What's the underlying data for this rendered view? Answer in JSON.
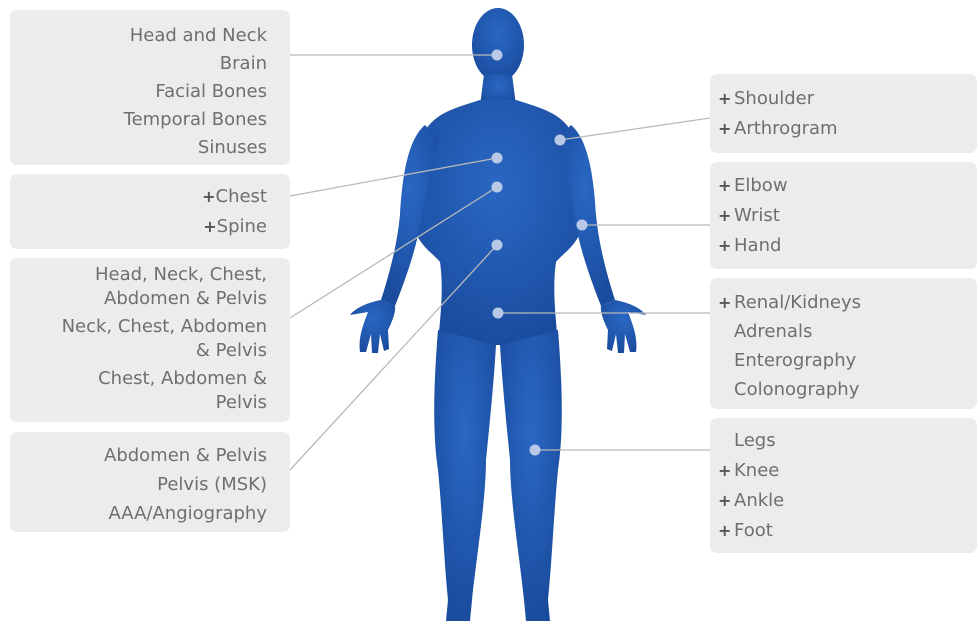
{
  "colors": {
    "body_fill": "#1f56ad",
    "body_highlight": "#2a68c4",
    "connector_line": "#b9b9b9",
    "marker_dot": "#b7c9e6",
    "label_box": "#ececec",
    "label_text": "#6f6f6f"
  },
  "groups_left": [
    {
      "id": "head",
      "items": [
        {
          "text": "Head and Neck",
          "plus": false
        },
        {
          "text": "Brain",
          "plus": false
        },
        {
          "text": "Facial Bones",
          "plus": false
        },
        {
          "text": "Temporal Bones",
          "plus": false
        },
        {
          "text": "Sinuses",
          "plus": false
        }
      ]
    },
    {
      "id": "chest-spine",
      "items": [
        {
          "text": "Chest",
          "plus": true
        },
        {
          "text": "Spine",
          "plus": true
        }
      ]
    },
    {
      "id": "body-combos",
      "items": [
        {
          "text": "Head, Neck, Chest, Abdomen & Pelvis",
          "plus": false
        },
        {
          "text": "Neck, Chest, Abdomen & Pelvis",
          "plus": false
        },
        {
          "text": "Chest, Abdomen & Pelvis",
          "plus": false
        }
      ]
    },
    {
      "id": "abdomen",
      "items": [
        {
          "text": "Abdomen & Pelvis",
          "plus": false
        },
        {
          "text": "Pelvis (MSK)",
          "plus": false
        },
        {
          "text": "AAA/Angiography",
          "plus": false
        }
      ]
    }
  ],
  "groups_right": [
    {
      "id": "shoulder",
      "items": [
        {
          "text": "Shoulder",
          "plus": true
        },
        {
          "text": "Arthrogram",
          "plus": true
        }
      ]
    },
    {
      "id": "arm",
      "items": [
        {
          "text": "Elbow",
          "plus": true
        },
        {
          "text": "Wrist",
          "plus": true
        },
        {
          "text": "Hand",
          "plus": true
        }
      ]
    },
    {
      "id": "kidneys",
      "items": [
        {
          "text": "Renal/Kidneys",
          "plus": true
        },
        {
          "text": "Adrenals",
          "plus": false
        },
        {
          "text": "Enterography",
          "plus": false
        },
        {
          "text": "Colonography",
          "plus": false
        }
      ]
    },
    {
      "id": "legs",
      "items": [
        {
          "text": "Legs",
          "plus": false
        },
        {
          "text": "Knee",
          "plus": true
        },
        {
          "text": "Ankle",
          "plus": true
        },
        {
          "text": "Foot",
          "plus": true
        }
      ]
    }
  ],
  "plus_glyph": "+"
}
